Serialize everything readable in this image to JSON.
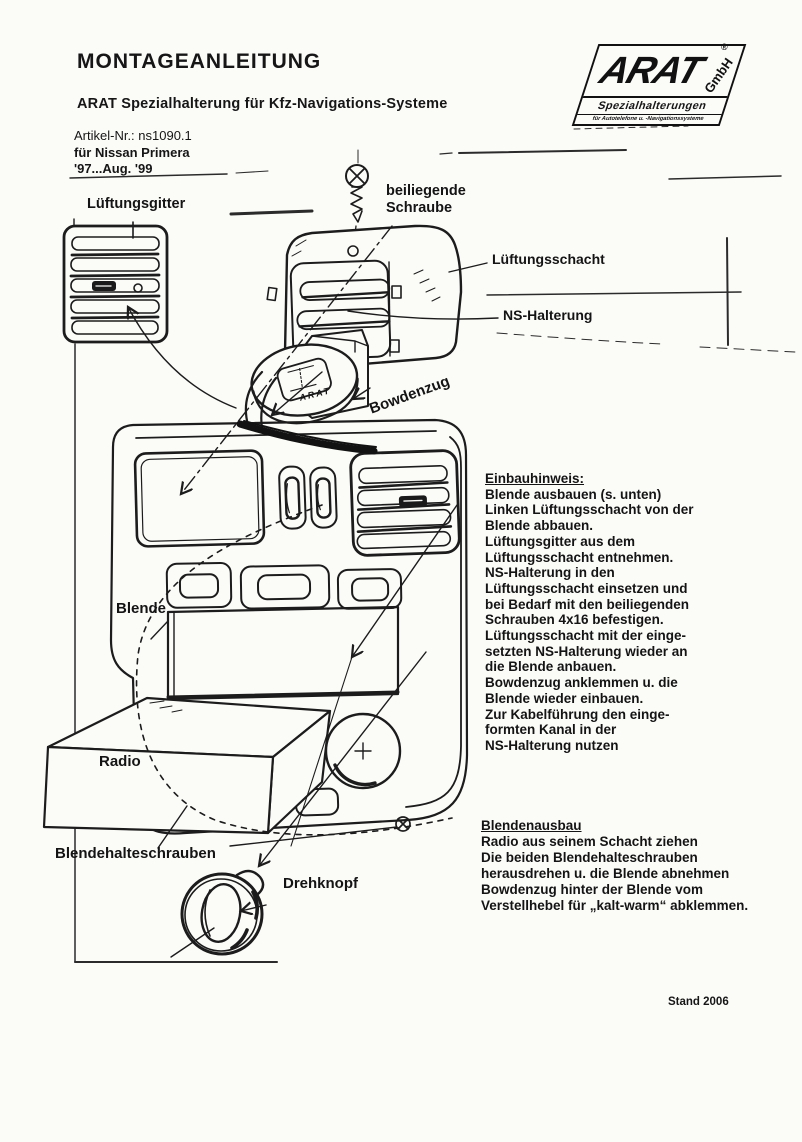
{
  "header": {
    "title": "MONTAGEANLEITUNG",
    "subtitle": "ARAT Spezialhalterung für Kfz-Navigations-Systeme",
    "article_no": "Artikel-Nr.: ns1090.1",
    "vehicle": "für Nissan Primera",
    "model_years": "'97...Aug. '99"
  },
  "logo": {
    "brand": "ARAT",
    "registered_mark": "®",
    "company_suffix": "GmbH",
    "tagline": "Spezialhalterungen",
    "subtagline": "für Autotelefone u. -Navigationssysteme"
  },
  "diagram_labels": {
    "lueftungsgitter": "Lüftungsgitter",
    "beiliegende_schraube": "beiliegende Schraube",
    "lueftungsschacht": "Lüftungsschacht",
    "ns_halterung": "NS-Halterung",
    "bowdenzug": "Bowdenzug",
    "blende": "Blende",
    "radio": "Radio",
    "blendehalteschrauben": "Blendehalteschrauben",
    "drehknopf": "Drehknopf",
    "bracket_marking": "ARAT"
  },
  "einbauhinweis": {
    "heading": "Einbauhinweis:",
    "body": "Blende ausbauen (s. unten)\nLinken Lüftungsschacht von der\nBlende abbauen.\nLüftungsgitter aus dem\nLüftungsschacht entnehmen.\nNS-Halterung in den\nLüftungsschacht einsetzen und\nbei Bedarf mit den beiliegenden\nSchrauben 4x16 befestigen.\nLüftungsschacht mit der einge-\nsetzten NS-Halterung wieder an\ndie Blende anbauen.\nBowdenzug anklemmen u. die\nBlende wieder einbauen.\nZur Kabelführung den einge-\nformten Kanal in der\nNS-Halterung nutzen"
  },
  "blendenausbau": {
    "heading": "Blendenausbau",
    "body": "Radio aus seinem Schacht ziehen\nDie beiden Blendehalteschrauben\nherausdrehen u. die Blende abnehmen\nBowdenzug hinter der Blende vom\nVerstellhebel für „kalt-warm“ abklemmen."
  },
  "footer": {
    "stand": "Stand 2006"
  },
  "colors": {
    "ink": "#1a1a1a",
    "paper": "#fbfbf8"
  }
}
